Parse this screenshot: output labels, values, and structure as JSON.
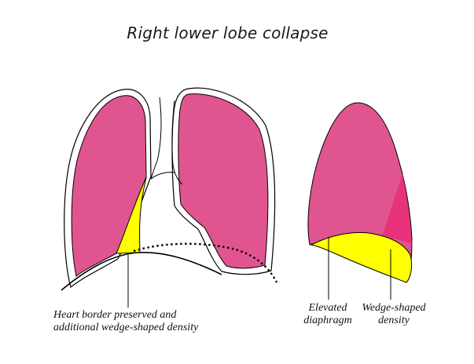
{
  "title": "Right lower lobe collapse",
  "colors": {
    "lung": "#e05590",
    "wedge": "#ffff00",
    "dense_wedge": "#e8337a",
    "outline": "#000000",
    "background": "#ffffff"
  },
  "labels": {
    "heart": {
      "line1": "Heart border preserved and",
      "line2": "additional wedge-shaped density"
    },
    "elevated": {
      "line1": "Elevated",
      "line2": "diaphragm"
    },
    "wedge": {
      "line1": "Wedge-shaped",
      "line2": "density"
    }
  }
}
